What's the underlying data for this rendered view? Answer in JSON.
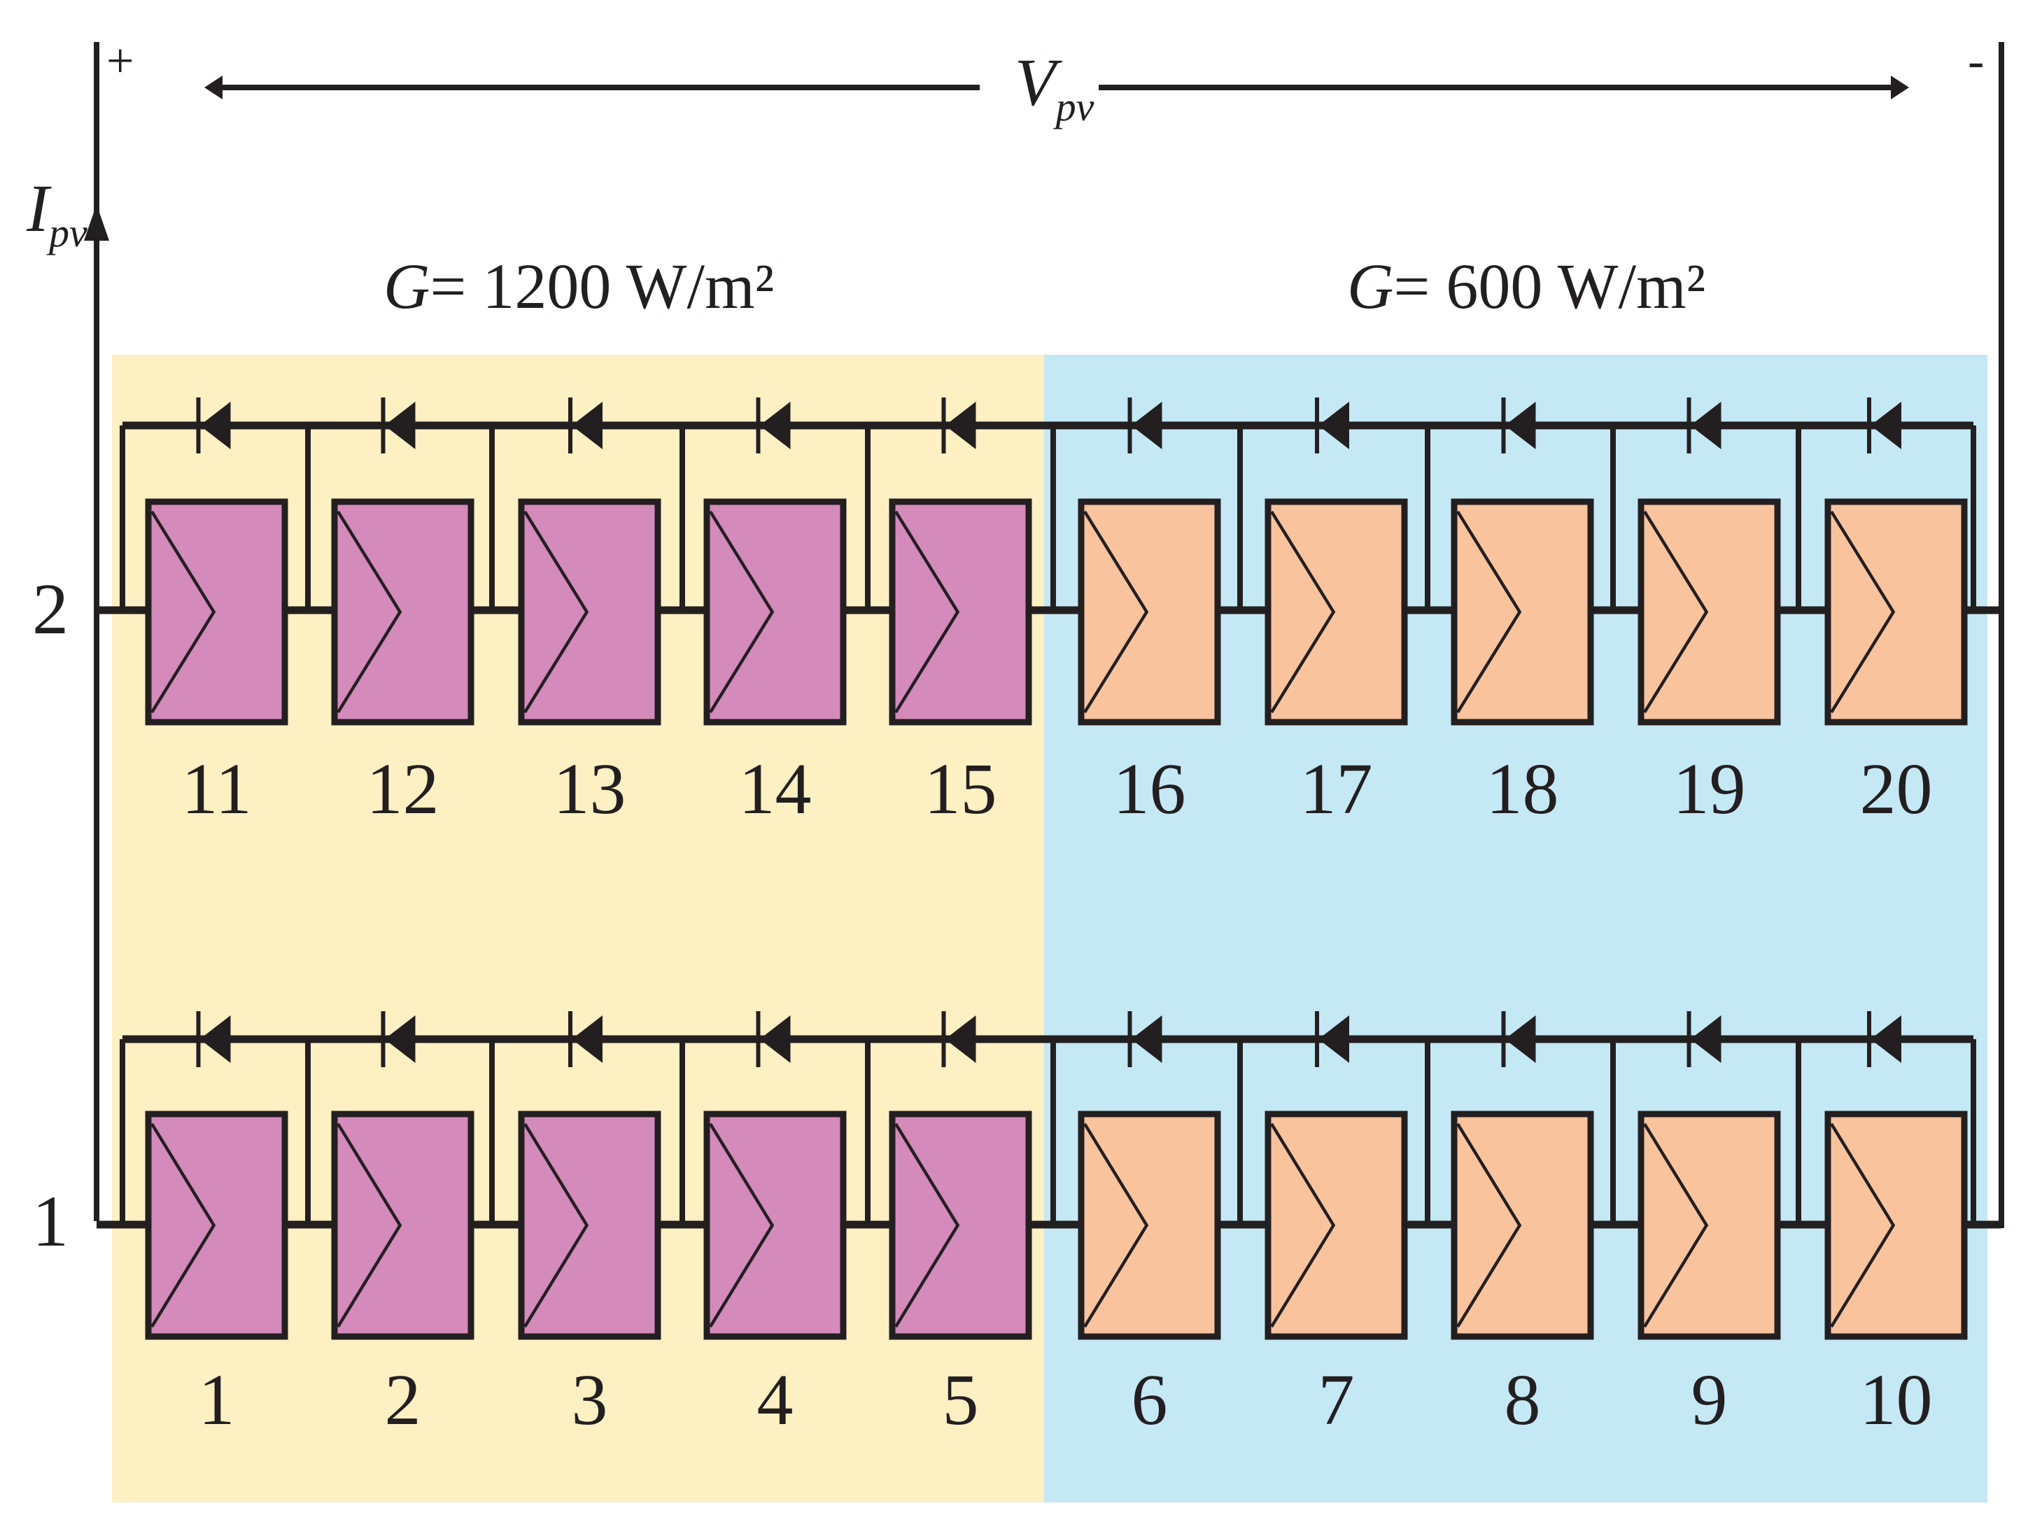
{
  "diagram": {
    "polarity_positive": "+",
    "polarity_negative": "-",
    "voltage_symbol_main": "V",
    "voltage_symbol_sub": "pv",
    "current_symbol_main": "I",
    "current_symbol_sub": "pv",
    "irradiance_left": {
      "symbol": "G",
      "value": "= 1200 W/m²"
    },
    "irradiance_right": {
      "symbol": "G",
      "value": "= 600 W/m²"
    },
    "row_labels": [
      "2",
      "1"
    ],
    "row2_panels": [
      "11",
      "12",
      "13",
      "14",
      "15",
      "16",
      "17",
      "18",
      "19",
      "20"
    ],
    "row1_panels": [
      "1",
      "2",
      "3",
      "4",
      "5",
      "6",
      "7",
      "8",
      "9",
      "10"
    ],
    "colors": {
      "region_high": "#fdf0c3",
      "region_low": "#c5e8f5",
      "panel_high": "#d48aba",
      "panel_low": "#f9c39e",
      "line": "#231f20"
    }
  }
}
